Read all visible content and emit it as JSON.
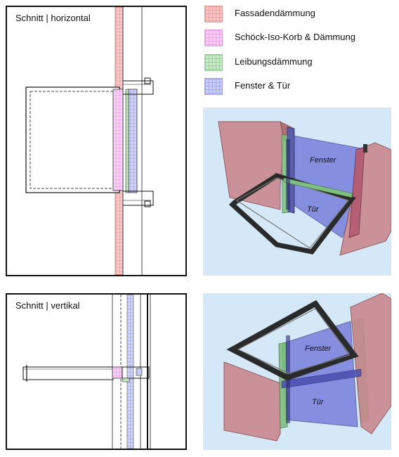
{
  "sections": {
    "horizontal_title": "Schnitt | horizontal",
    "vertical_title": "Schnitt | vertikal"
  },
  "legend": {
    "items": [
      {
        "label": "Fassadendämmung",
        "color": "#f2a8a8"
      },
      {
        "label": "Schöck-Iso-Korb & Dämmung",
        "color": "#f0b0ee"
      },
      {
        "label": "Leibungsdämmung",
        "color": "#a8dca8"
      },
      {
        "label": "Fenster & Tür",
        "color": "#b0b4f0"
      }
    ]
  },
  "views3d": {
    "top": {
      "window_label": "Fenster",
      "door_label": "Tür"
    },
    "bottom": {
      "window_label": "Fenster",
      "door_label": "Tür"
    }
  }
}
